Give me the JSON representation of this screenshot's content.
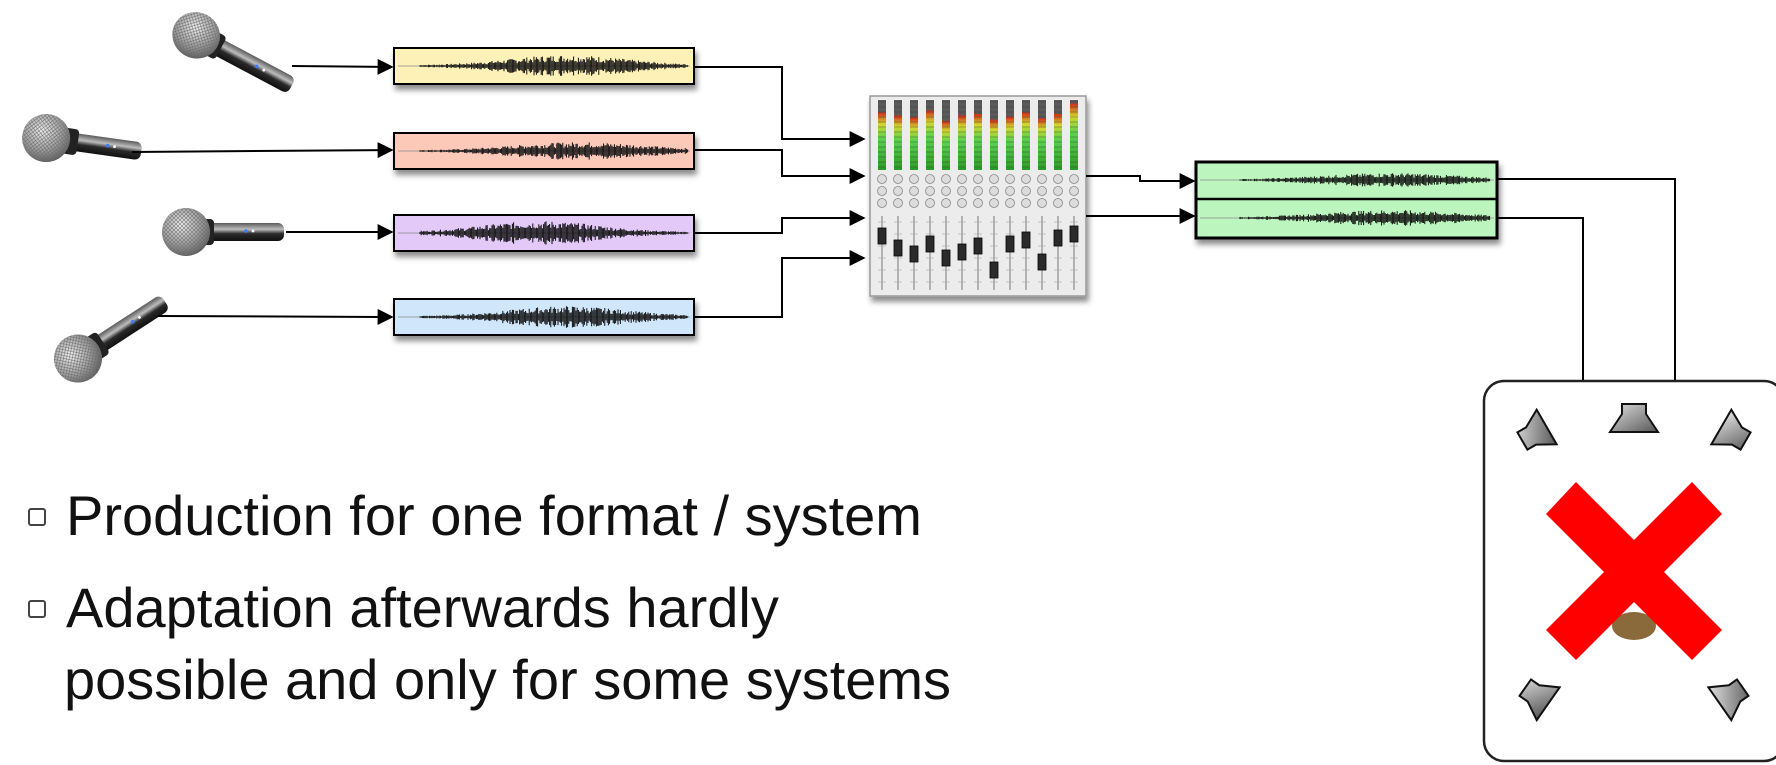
{
  "bullets": [
    {
      "text": "Production for one format / system"
    },
    {
      "line1": "Adaptation afterwards hardly",
      "line2": "possible and only for some systems"
    }
  ],
  "colors": {
    "track_1": "#fdf1b8",
    "track_2": "#fcc8b8",
    "track_3": "#e2c9f7",
    "track_4": "#cfe6fb",
    "output_tracks": "#bdf5bf",
    "cross": "#ff0000",
    "meter_green": "#3fbf3f",
    "meter_red": "#d22a1a"
  },
  "icons": {
    "input_source": "microphone-icon",
    "mixer": "mixing-console-icon",
    "loudspeaker": "loudspeaker-icon",
    "not_supported": "red-cross-icon"
  }
}
